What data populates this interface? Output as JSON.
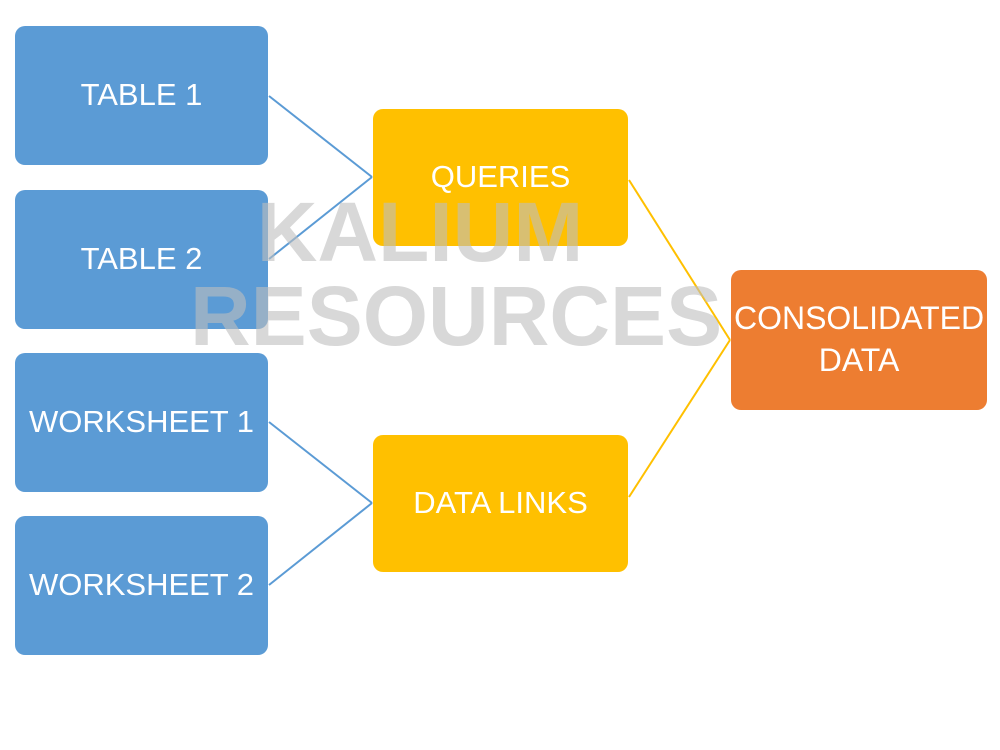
{
  "nodes": {
    "table1": "TABLE 1",
    "table2": "TABLE 2",
    "worksheet1": "WORKSHEET 1",
    "worksheet2": "WORKSHEET 2",
    "queries": "QUERIES",
    "data_links": "DATA LINKS",
    "consolidated_line1": "CONSOLIDATED",
    "consolidated_line2": "DATA"
  },
  "edges": [
    {
      "from": "TABLE 1",
      "to": "QUERIES"
    },
    {
      "from": "TABLE 2",
      "to": "QUERIES"
    },
    {
      "from": "WORKSHEET 1",
      "to": "DATA LINKS"
    },
    {
      "from": "WORKSHEET 2",
      "to": "DATA LINKS"
    },
    {
      "from": "QUERIES",
      "to": "CONSOLIDATED DATA"
    },
    {
      "from": "DATA LINKS",
      "to": "CONSOLIDATED DATA"
    }
  ],
  "watermark": {
    "line1": "KALIUM",
    "line2": "RESOURCES"
  },
  "colors": {
    "source_box": "#5b9bd5",
    "method_box": "#ffc000",
    "result_box": "#ed7d31",
    "source_connector": "#5b9bd5",
    "method_connector": "#ffc000",
    "text": "#ffffff"
  }
}
